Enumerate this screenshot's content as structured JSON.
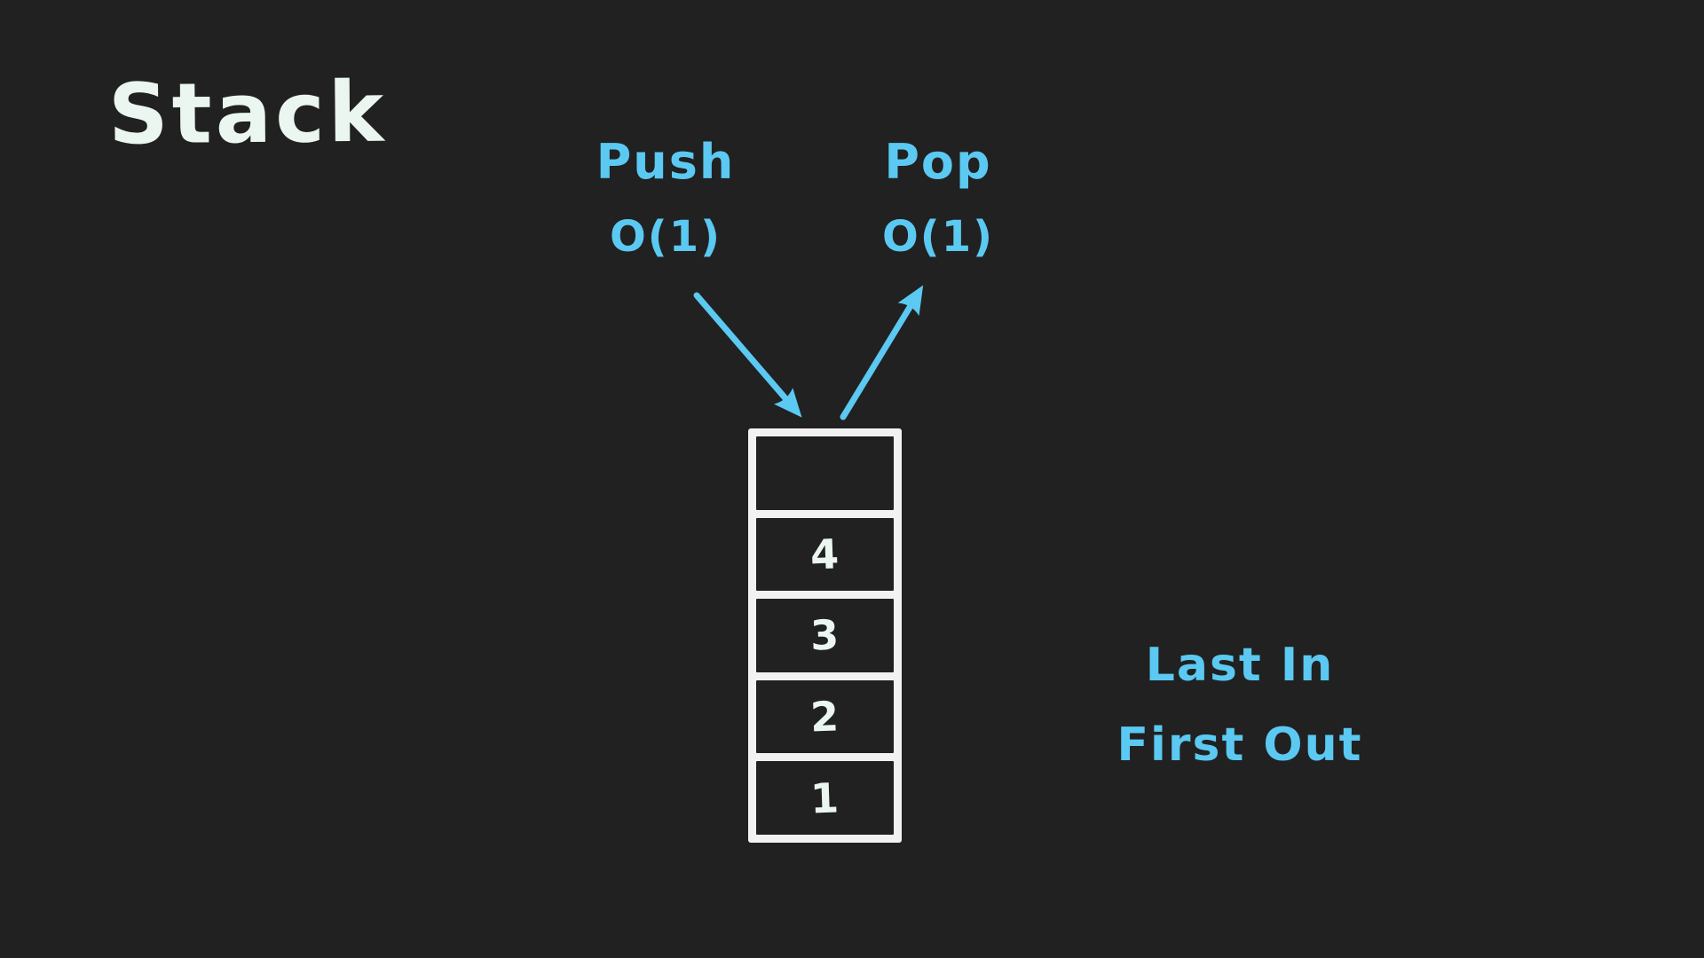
{
  "title": {
    "text": "Stack"
  },
  "colors": {
    "background": "#212121",
    "accent": "#5BC9F1",
    "ink": "#EBF6F1",
    "frame": "#F2F2F2"
  },
  "operations": {
    "push": {
      "label": "Push",
      "complexity": "O(1)"
    },
    "pop": {
      "label": "Pop",
      "complexity": "O(1)"
    }
  },
  "stack": {
    "cells": [
      "",
      "4",
      "3",
      "2",
      "1"
    ]
  },
  "principle": {
    "line1": "Last In",
    "line2": "First Out"
  }
}
